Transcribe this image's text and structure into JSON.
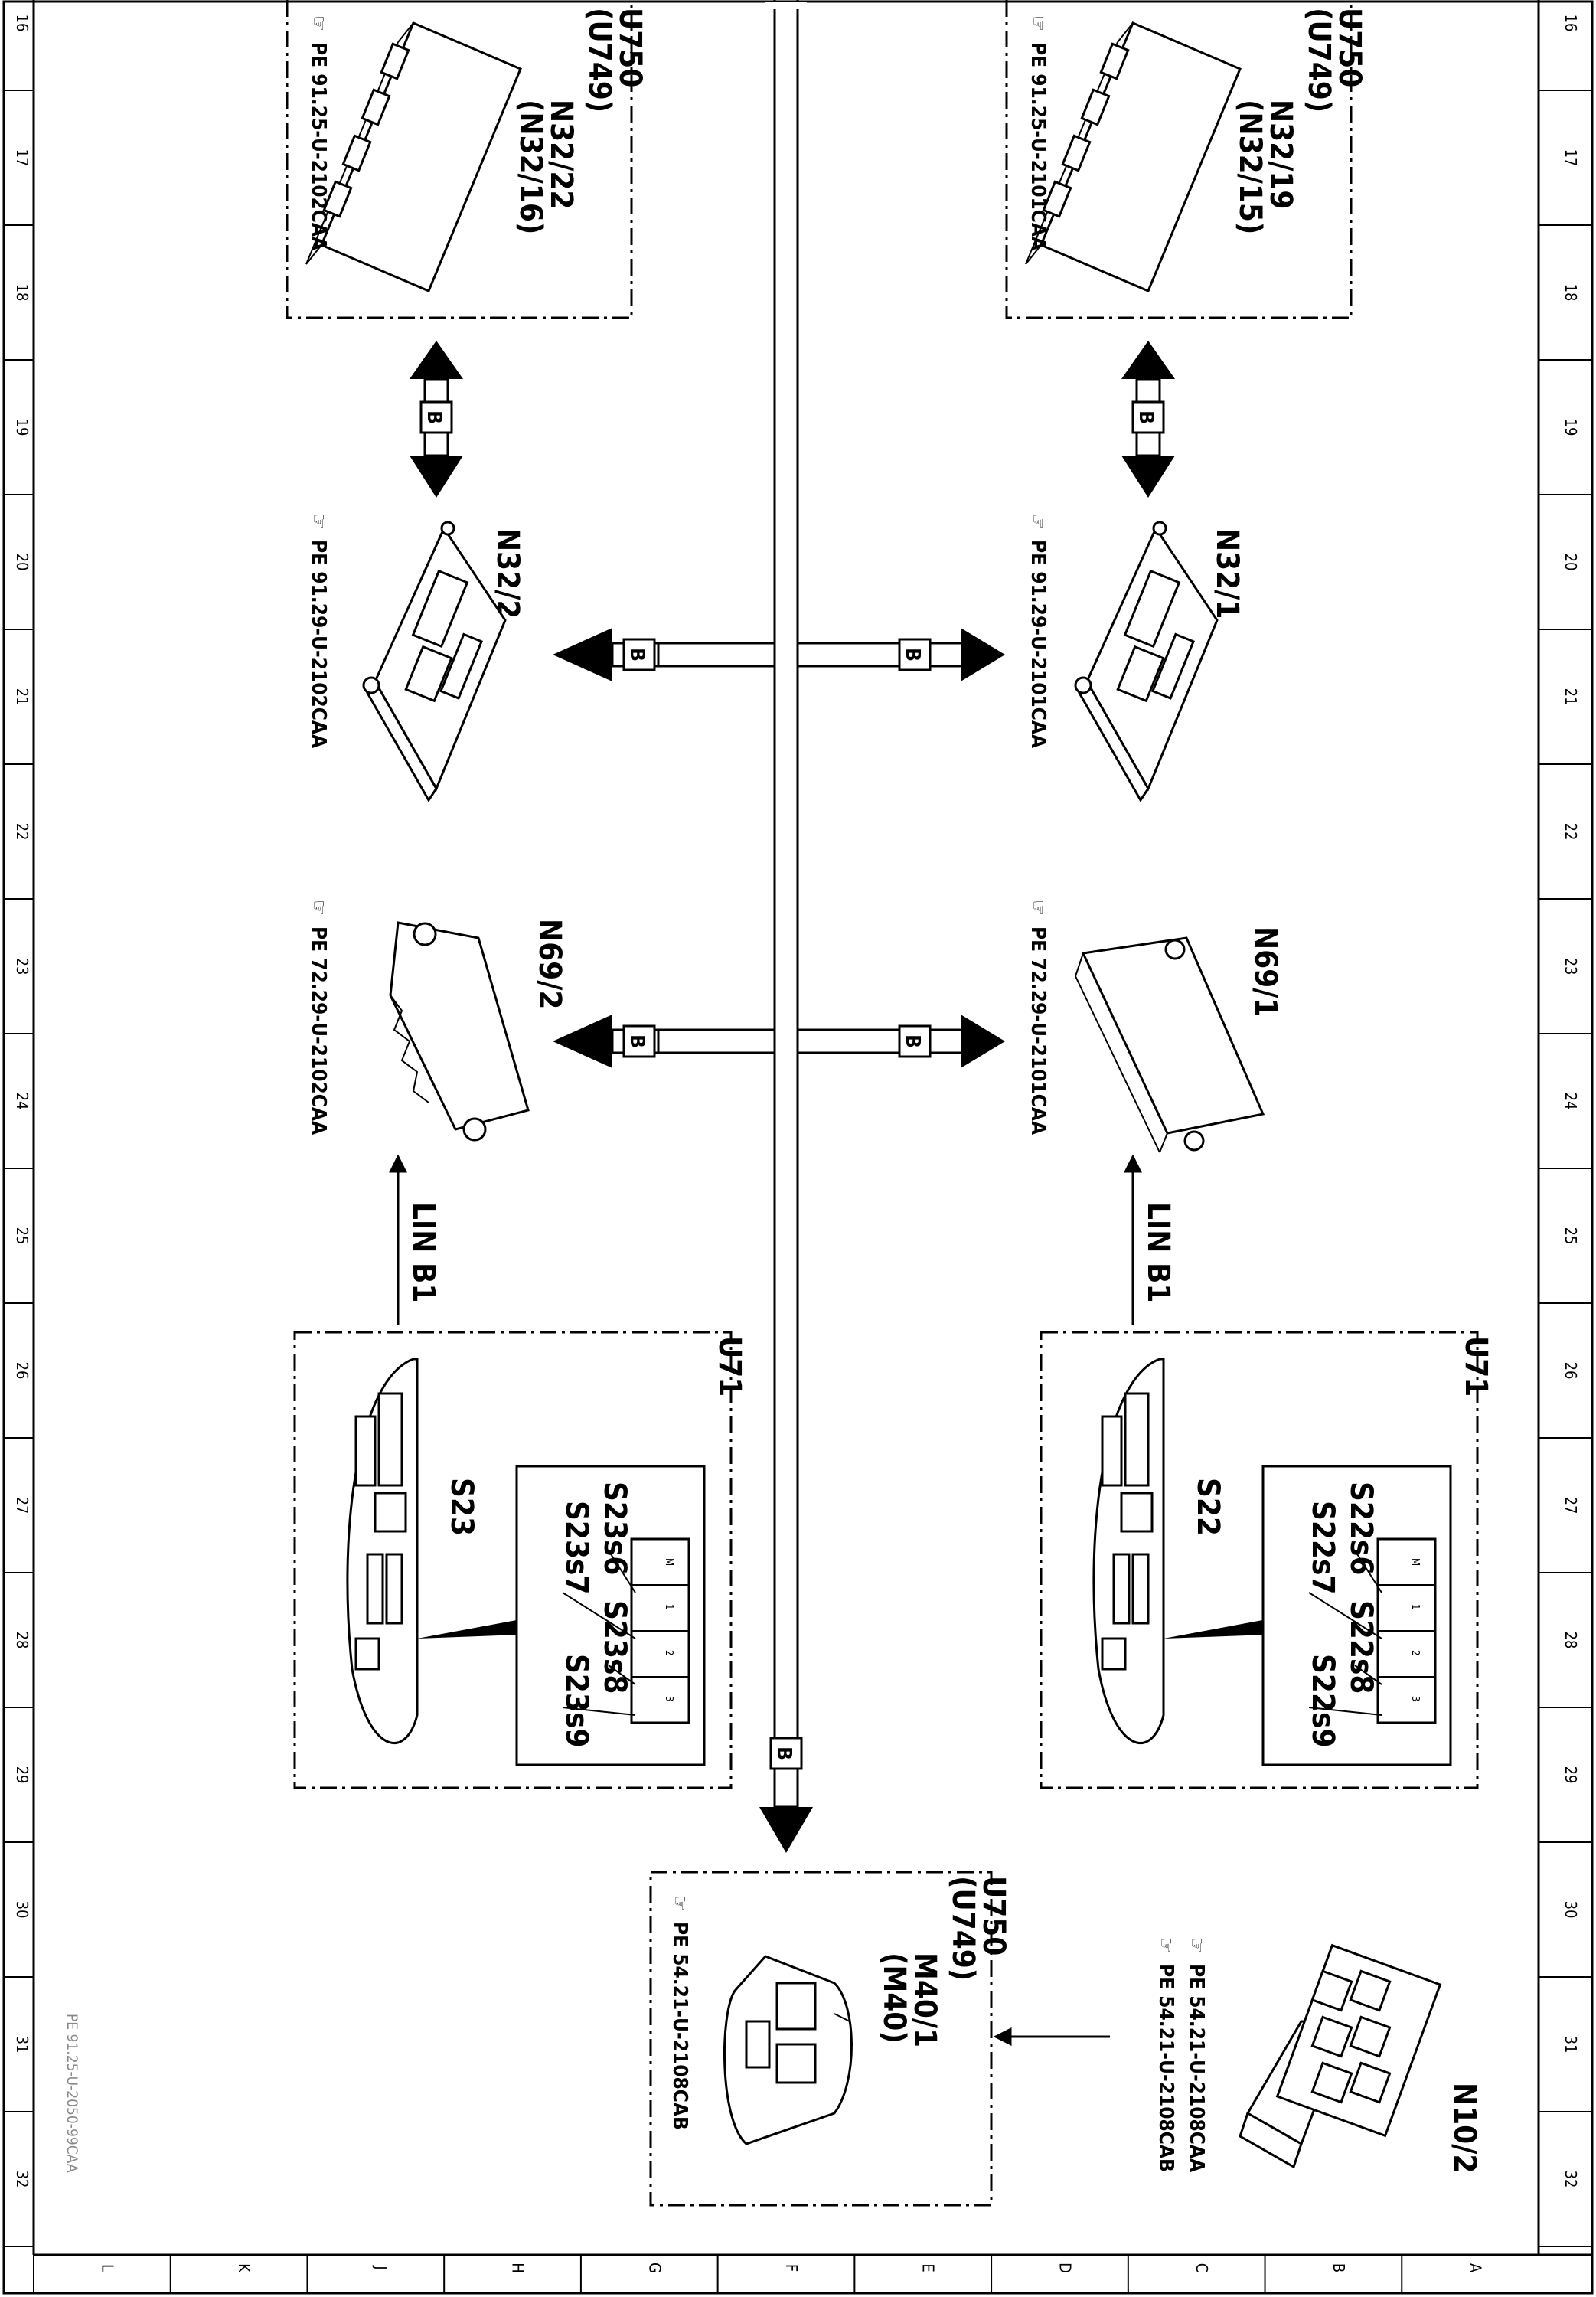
{
  "ruler": {
    "numbers": [
      "16",
      "17",
      "18",
      "19",
      "20",
      "21",
      "22",
      "23",
      "24",
      "25",
      "26",
      "27",
      "28",
      "29",
      "30",
      "31",
      "32"
    ],
    "letters": [
      "L",
      "K",
      "J",
      "H",
      "G",
      "F",
      "E",
      "D",
      "C",
      "B",
      "A"
    ]
  },
  "footer": "PE 91.25-U-2050-99CAA",
  "bus_label": "B",
  "components": {
    "left_top": {
      "group_top": "U750",
      "group_bot": "(U749)",
      "id": "N32/22",
      "id2": "(N32/16)",
      "ref": "PE 91.25-U-2102CAA"
    },
    "right_top": {
      "group_top": "U750",
      "group_bot": "(U749)",
      "id": "N32/19",
      "id2": "(N32/15)",
      "ref": "PE 91.25-U-2101CAA"
    },
    "n32_2": {
      "id": "N32/2",
      "ref": "PE 91.29-U-2102CAA"
    },
    "n32_1": {
      "id": "N32/1",
      "ref": "PE 91.29-U-2101CAA"
    },
    "n69_2": {
      "id": "N69/2",
      "ref": "PE 72.29-U-2102CAA"
    },
    "n69_1": {
      "id": "N69/1",
      "ref": "PE 72.29-U-2101CAA"
    },
    "lin_left": "LIN B1",
    "lin_right": "LIN B1",
    "u71_left": {
      "group": "U71",
      "switch": "S23",
      "s6": "S23s6",
      "s7": "S23s7",
      "s8": "S23s8",
      "s9": "S23s9",
      "keys": [
        "M",
        "1",
        "2",
        "3"
      ]
    },
    "u71_right": {
      "group": "U71",
      "switch": "S22",
      "s6": "S22s6",
      "s7": "S22s7",
      "s8": "S22s8",
      "s9": "S22s9",
      "keys": [
        "M",
        "1",
        "2",
        "3"
      ]
    },
    "m40": {
      "group_top": "U750",
      "group_bot": "(U749)",
      "id": "M40/1",
      "id2": "(M40)",
      "ref": "PE 54.21-U-2108CAB"
    },
    "n10": {
      "id": "N10/2",
      "ref1": "PE 54.21-U-2108CAA",
      "ref2": "PE 54.21-U-2108CAB"
    }
  }
}
